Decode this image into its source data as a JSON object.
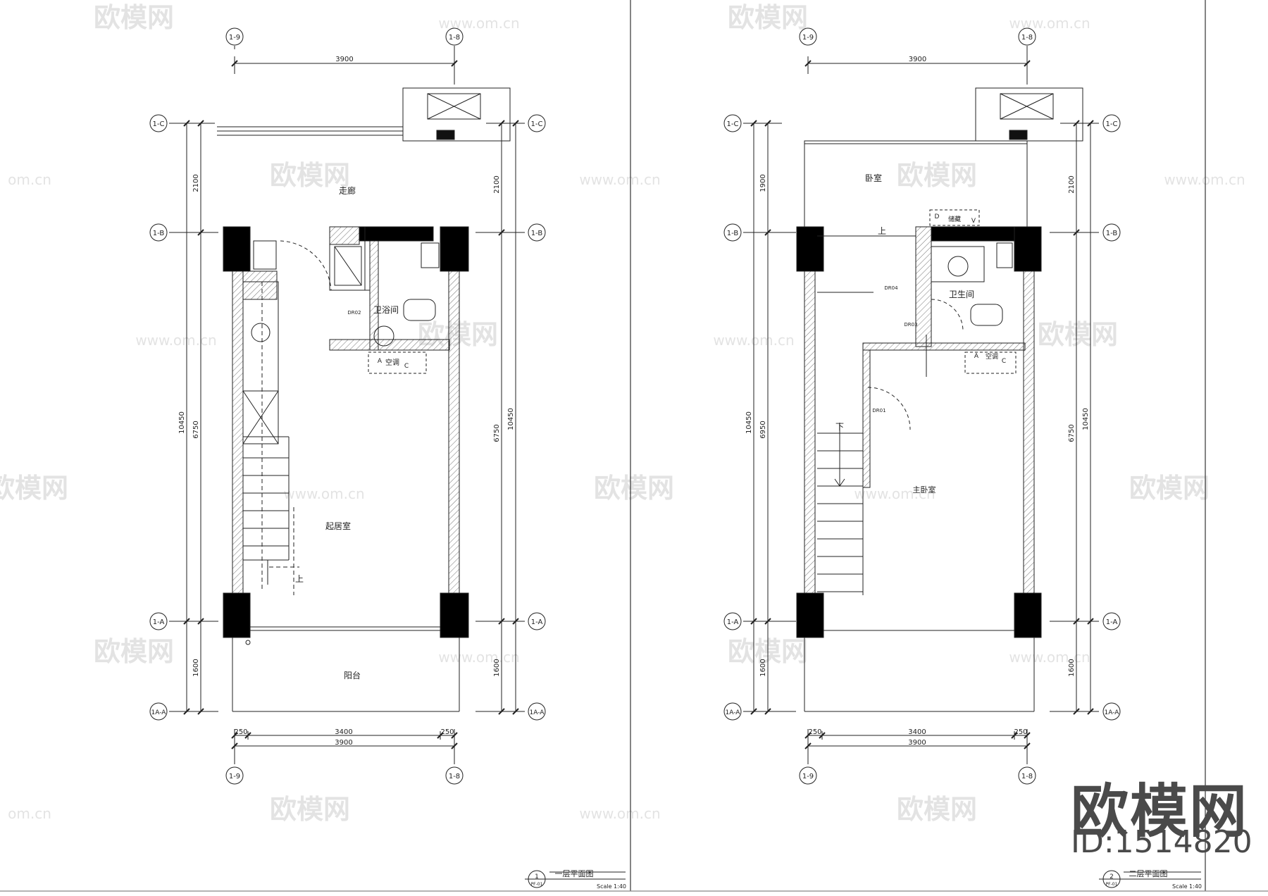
{
  "watermark": {
    "logo_text": "欧模网",
    "url_text": "www.om.cn",
    "url_fragment": "om.cn"
  },
  "brand": {
    "name": "欧模网",
    "id_label": "ID:1514820"
  },
  "plans": [
    {
      "key": "floor1",
      "title": "一层平面图",
      "scale": "Scale 1:40",
      "number": "1",
      "sheet": "PF-01",
      "rooms": [
        {
          "key": "corridor",
          "label": "走廊"
        },
        {
          "key": "bath",
          "label": "卫浴间"
        },
        {
          "key": "living",
          "label": "起居室"
        },
        {
          "key": "balcony",
          "label": "阳台"
        },
        {
          "key": "ac",
          "label": "空调"
        }
      ],
      "tags": [
        "DR02",
        "A",
        "C"
      ],
      "stair_label": "上",
      "grid_labels": {
        "top_left": "1-9",
        "top_right": "1-8",
        "c": "1-C",
        "b": "1-B",
        "a": "1-A",
        "aa": "1A-A",
        "bot_left": "1-9",
        "bot_right": "1-8"
      },
      "dims": {
        "top": "3900",
        "left_total": "10450",
        "left_1": "2100",
        "left_2": "6750",
        "left_3": "1600",
        "right_total": "10450",
        "right_1": "2100",
        "right_2": "6750",
        "right_3": "1600",
        "bot_a": "250",
        "bot_b": "3400",
        "bot_c": "250",
        "bot_total": "3900"
      }
    },
    {
      "key": "floor2",
      "title": "二层平面图",
      "scale": "Scale 1:40",
      "number": "2",
      "sheet": "PF-01",
      "rooms": [
        {
          "key": "bedroom",
          "label": "卧室"
        },
        {
          "key": "bath",
          "label": "卫生间"
        },
        {
          "key": "master",
          "label": "主卧室"
        },
        {
          "key": "store",
          "label": "储藏"
        },
        {
          "key": "ac",
          "label": "空调"
        }
      ],
      "tags": [
        "DR04",
        "DR03",
        "DR01",
        "A",
        "C",
        "D",
        "V"
      ],
      "stair_up": "上",
      "stair_down": "下",
      "grid_labels": {
        "top_left": "1-9",
        "top_right": "1-8",
        "c": "1-C",
        "b": "1-B",
        "a": "1-A",
        "aa": "1A-A",
        "bot_left": "1-9",
        "bot_right": "1-8"
      },
      "dims": {
        "top": "3900",
        "left_total": "10450",
        "left_1": "1900",
        "left_2": "6950",
        "left_3": "1600",
        "right_total": "10450",
        "right_1": "2100",
        "right_2": "6750",
        "right_3": "1600",
        "bot_a": "250",
        "bot_b": "3400",
        "bot_c": "250",
        "bot_total": "3900"
      }
    }
  ]
}
